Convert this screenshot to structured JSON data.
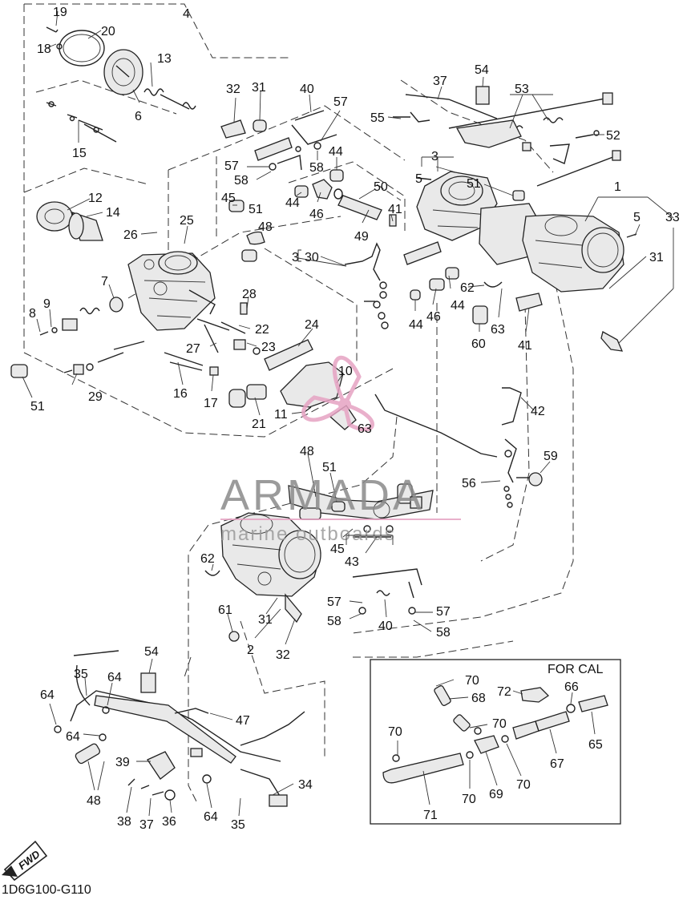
{
  "diagram": {
    "code": "1D6G100-G110",
    "direction_label": "FWD",
    "inset_title": "FOR CAL",
    "watermark": {
      "brand": "ARMADA",
      "tagline": "marine outboards"
    }
  },
  "callouts": [
    {
      "id": "c19",
      "label": "19"
    },
    {
      "id": "c18",
      "label": "18"
    },
    {
      "id": "c20",
      "label": "20"
    },
    {
      "id": "c4",
      "label": "4"
    },
    {
      "id": "c13",
      "label": "13"
    },
    {
      "id": "c6",
      "label": "6"
    },
    {
      "id": "c15",
      "label": "15"
    },
    {
      "id": "c12",
      "label": "12"
    },
    {
      "id": "c14",
      "label": "14"
    },
    {
      "id": "c26",
      "label": "26"
    },
    {
      "id": "c25",
      "label": "25"
    },
    {
      "id": "c7",
      "label": "7"
    },
    {
      "id": "c8",
      "label": "8"
    },
    {
      "id": "c9",
      "label": "9"
    },
    {
      "id": "c51a",
      "label": "51"
    },
    {
      "id": "c29",
      "label": "29"
    },
    {
      "id": "c27",
      "label": "27"
    },
    {
      "id": "c16",
      "label": "16"
    },
    {
      "id": "c17",
      "label": "17"
    },
    {
      "id": "c21",
      "label": "21"
    },
    {
      "id": "c28",
      "label": "28"
    },
    {
      "id": "c22",
      "label": "22"
    },
    {
      "id": "c23",
      "label": "23"
    },
    {
      "id": "c24",
      "label": "24"
    },
    {
      "id": "c10",
      "label": "10"
    },
    {
      "id": "c11",
      "label": "11"
    },
    {
      "id": "c63a",
      "label": "63"
    },
    {
      "id": "c32a",
      "label": "32"
    },
    {
      "id": "c31a",
      "label": "31"
    },
    {
      "id": "c40a",
      "label": "40"
    },
    {
      "id": "c57a",
      "label": "57"
    },
    {
      "id": "c57b",
      "label": "57"
    },
    {
      "id": "c58a",
      "label": "58"
    },
    {
      "id": "c58b",
      "label": "58"
    },
    {
      "id": "c44a",
      "label": "44"
    },
    {
      "id": "c45a",
      "label": "45"
    },
    {
      "id": "c51b",
      "label": "51"
    },
    {
      "id": "c48a",
      "label": "48"
    },
    {
      "id": "c44b",
      "label": "44"
    },
    {
      "id": "c46a",
      "label": "46"
    },
    {
      "id": "c50",
      "label": "50"
    },
    {
      "id": "c49",
      "label": "49"
    },
    {
      "id": "c41a",
      "label": "41"
    },
    {
      "id": "c3a",
      "label": "3"
    },
    {
      "id": "c30",
      "label": "30"
    },
    {
      "id": "c54a",
      "label": "54"
    },
    {
      "id": "c37a",
      "label": "37"
    },
    {
      "id": "c55",
      "label": "55"
    },
    {
      "id": "c53",
      "label": "53"
    },
    {
      "id": "c52",
      "label": "52"
    },
    {
      "id": "c3b",
      "label": "3"
    },
    {
      "id": "c5a",
      "label": "5"
    },
    {
      "id": "c51c",
      "label": "51"
    },
    {
      "id": "c1",
      "label": "1"
    },
    {
      "id": "c5b",
      "label": "5"
    },
    {
      "id": "c33",
      "label": "33"
    },
    {
      "id": "c31b",
      "label": "31"
    },
    {
      "id": "c44c",
      "label": "44"
    },
    {
      "id": "c46b",
      "label": "46"
    },
    {
      "id": "c44d",
      "label": "44"
    },
    {
      "id": "c62a",
      "label": "62"
    },
    {
      "id": "c63b",
      "label": "63"
    },
    {
      "id": "c60",
      "label": "60"
    },
    {
      "id": "c41b",
      "label": "41"
    },
    {
      "id": "c42",
      "label": "42"
    },
    {
      "id": "c59",
      "label": "59"
    },
    {
      "id": "c56",
      "label": "56"
    },
    {
      "id": "c48b",
      "label": "48"
    },
    {
      "id": "c51d",
      "label": "51"
    },
    {
      "id": "c45b",
      "label": "45"
    },
    {
      "id": "c43",
      "label": "43"
    },
    {
      "id": "c62b",
      "label": "62"
    },
    {
      "id": "c61",
      "label": "61"
    },
    {
      "id": "c31c",
      "label": "31"
    },
    {
      "id": "c2",
      "label": "2"
    },
    {
      "id": "c32b",
      "label": "32"
    },
    {
      "id": "c57c",
      "label": "57"
    },
    {
      "id": "c58c",
      "label": "58"
    },
    {
      "id": "c40b",
      "label": "40"
    },
    {
      "id": "c57d",
      "label": "57"
    },
    {
      "id": "c58d",
      "label": "58"
    },
    {
      "id": "c54b",
      "label": "54"
    },
    {
      "id": "c35a",
      "label": "35"
    },
    {
      "id": "c64a",
      "label": "64"
    },
    {
      "id": "c64b",
      "label": "64"
    },
    {
      "id": "c64c",
      "label": "64"
    },
    {
      "id": "c47",
      "label": "47"
    },
    {
      "id": "c39",
      "label": "39"
    },
    {
      "id": "c48c",
      "label": "48"
    },
    {
      "id": "c38",
      "label": "38"
    },
    {
      "id": "c37b",
      "label": "37"
    },
    {
      "id": "c36",
      "label": "36"
    },
    {
      "id": "c64d",
      "label": "64"
    },
    {
      "id": "c35b",
      "label": "35"
    },
    {
      "id": "c34",
      "label": "34"
    },
    {
      "id": "c70a",
      "label": "70"
    },
    {
      "id": "c68",
      "label": "68"
    },
    {
      "id": "c72",
      "label": "72"
    },
    {
      "id": "c66",
      "label": "66"
    },
    {
      "id": "c70b",
      "label": "70"
    },
    {
      "id": "c70c",
      "label": "70"
    },
    {
      "id": "c67",
      "label": "67"
    },
    {
      "id": "c65",
      "label": "65"
    },
    {
      "id": "c70d",
      "label": "70"
    },
    {
      "id": "c69",
      "label": "69"
    },
    {
      "id": "c70e",
      "label": "70"
    },
    {
      "id": "c71",
      "label": "71"
    }
  ]
}
